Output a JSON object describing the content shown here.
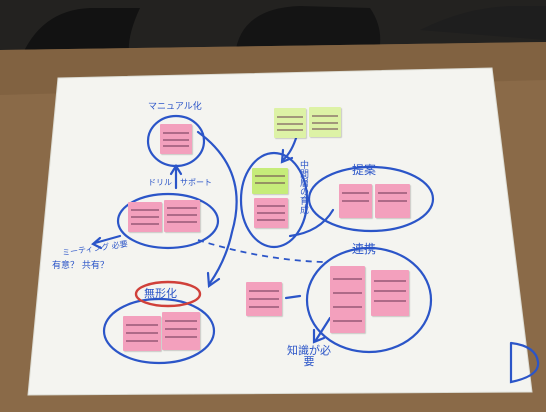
{
  "photo": {
    "subject": "whiteboard-paper-mindmap-on-table",
    "colors": {
      "floor": "#1b1a18",
      "table": "#8a6a48",
      "paper": "#f4f4f0",
      "ink": "#2b55c8",
      "sticky_pink": "#f3a0bd",
      "sticky_green": "#c6ec7a",
      "highlight_red": "#d0403a"
    }
  },
  "handwriting": {
    "top_left": "マニュアル化",
    "left_mid": "ドリル・サポート",
    "left_arrow": "ミーティング 必要",
    "left_arrow2": "有意？ 共有？",
    "circle_red": "無形化",
    "center_vertical": "中間層の育成",
    "top_right": "提案",
    "mid_right": "連携",
    "bottom_right": "知識が必要",
    "corner_letter": "D"
  }
}
